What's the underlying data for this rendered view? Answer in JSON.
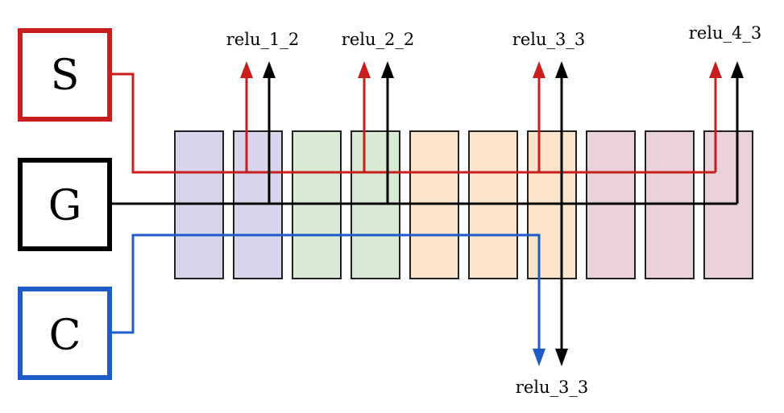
{
  "inputs": {
    "s": {
      "letter": "S",
      "color": "#c81e1e"
    },
    "g": {
      "letter": "G",
      "color": "#000000"
    },
    "c": {
      "letter": "C",
      "color": "#1e5bc8"
    }
  },
  "stages": [
    {
      "block_count": 2,
      "fill": "#d9d4ec"
    },
    {
      "block_count": 2,
      "fill": "#d8ead3"
    },
    {
      "block_count": 3,
      "fill": "#fce4cc"
    },
    {
      "block_count": 3,
      "fill": "#ead1dc"
    }
  ],
  "layer_labels": {
    "top": [
      "relu_1_2",
      "relu_2_2",
      "relu_3_3",
      "relu_4_3"
    ],
    "bottom": "relu_3_3"
  }
}
